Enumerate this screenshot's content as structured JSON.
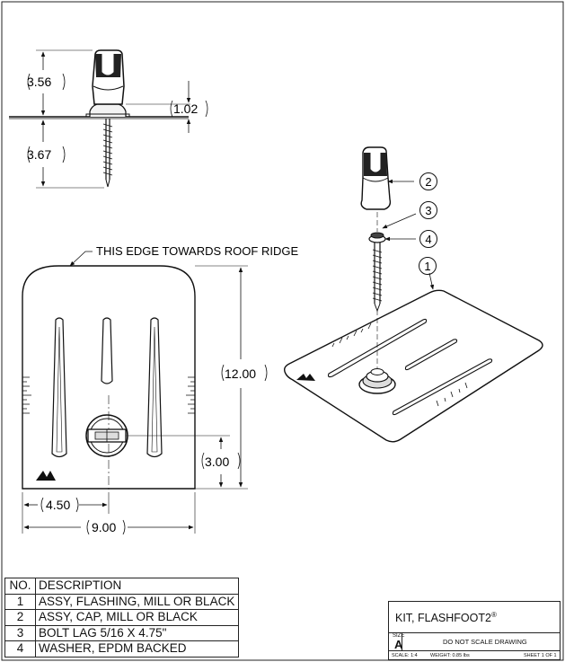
{
  "dimensions": {
    "cap_height": "3.56",
    "lag_length": "3.67",
    "base_height": "1.02",
    "flashing_length": "12.00",
    "bolt_offset_y": "3.00",
    "half_width": "4.50",
    "width": "9.00"
  },
  "notes": {
    "edge_orientation": "THIS EDGE TOWARDS ROOF RIDGE"
  },
  "balloons": [
    "1",
    "2",
    "3",
    "4"
  ],
  "bom": {
    "header": {
      "no": "NO.",
      "description": "DESCRIPTION"
    },
    "rows": [
      {
        "no": "1",
        "description": "ASSY, FLASHING, MILL OR BLACK"
      },
      {
        "no": "2",
        "description": "ASSY, CAP, MILL OR BLACK"
      },
      {
        "no": "3",
        "description": "BOLT LAG 5/16 X 4.75\""
      },
      {
        "no": "4",
        "description": "WASHER, EPDM BACKED"
      }
    ]
  },
  "title_block": {
    "title": "KIT, FLASHFOOT2",
    "title_mark": "®",
    "size_caption": "SIZE",
    "size": "A",
    "note": "DO NOT SCALE DRAWING",
    "scale": "SCALE: 1:4",
    "weight": "WEIGHT: 0.85 lbs",
    "sheet": "SHEET 1 OF 1"
  }
}
